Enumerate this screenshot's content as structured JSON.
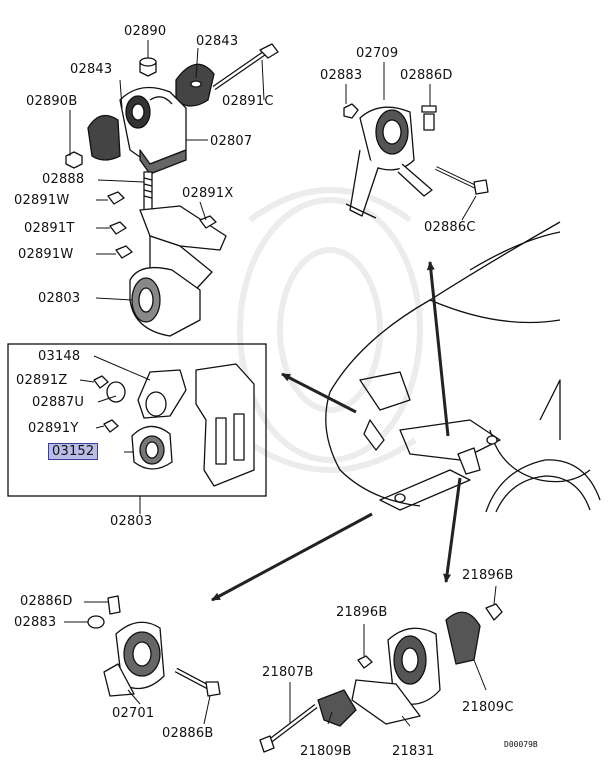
{
  "labels": {
    "p02890": "02890",
    "p02843_top": "02843",
    "p02843_left": "02843",
    "p02890B": "02890B",
    "p02891C": "02891C",
    "p02807": "02807",
    "p02888": "02888",
    "p02891W_a": "02891W",
    "p02891X": "02891X",
    "p02891T": "02891T",
    "p02891W_b": "02891W",
    "p02803_upper": "02803",
    "p02709": "02709",
    "p02883_right": "02883",
    "p02886D_right": "02886D",
    "p02886C": "02886C",
    "p03148": "03148",
    "p02891Z": "02891Z",
    "p02887U": "02887U",
    "p02891Y": "02891Y",
    "p03152": "03152",
    "p02803_lower": "02803",
    "p02886D_left": "02886D",
    "p02883_left": "02883",
    "p02701": "02701",
    "p02886B": "02886B",
    "p21896B_right": "21896B",
    "p21896B_mid": "21896B",
    "p21807B": "21807B",
    "p21809C": "21809C",
    "p21809B": "21809B",
    "p21831": "21831"
  },
  "diagram_code": "D00079B",
  "highlight_color": "#b9bde6"
}
